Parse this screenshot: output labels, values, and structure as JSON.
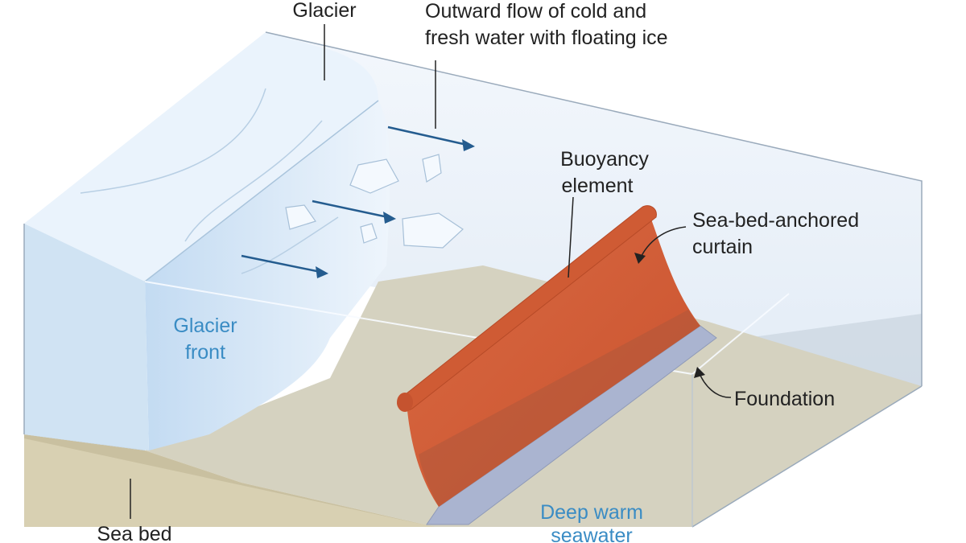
{
  "labels": {
    "glacier": "Glacier",
    "outward_flow_line1": "Outward flow of cold and",
    "outward_flow_line2": "fresh water with floating ice",
    "buoyancy_line1": "Buoyancy",
    "buoyancy_line2": "element",
    "curtain_line1": "Sea-bed-anchored",
    "curtain_line2": "curtain",
    "glacier_front_line1": "Glacier",
    "glacier_front_line2": "front",
    "foundation": "Foundation",
    "deep_warm_line1": "Deep warm",
    "deep_warm_line2": "seawater",
    "sea_bed": "Sea bed"
  },
  "colors": {
    "curtain": "#d4603a",
    "curtain_dark": "#b94a28",
    "foundation": "#aab4d0",
    "seabed": "#d8d3bf",
    "water_top": "#eef4fb",
    "glacier_ice": "#dcebfa",
    "arrow": "#245c8f",
    "label_blue": "#3a8cc4"
  }
}
